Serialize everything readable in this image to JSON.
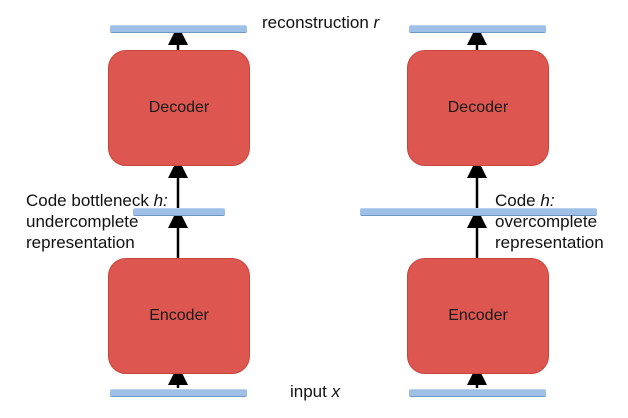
{
  "top_label": {
    "text": "reconstruction ",
    "var": "r"
  },
  "bottom_label": {
    "text": "input ",
    "var": "x"
  },
  "left": {
    "decoder": "Decoder",
    "encoder": "Encoder",
    "code_line1_text": "Code bottleneck ",
    "code_line1_var": "h:",
    "code_line2": "undercomplete",
    "code_line3": "representation"
  },
  "right": {
    "decoder": "Decoder",
    "encoder": "Encoder",
    "code_line1_text": "Code ",
    "code_line1_var": "h:",
    "code_line2": "overcomplete",
    "code_line3": "representation"
  }
}
